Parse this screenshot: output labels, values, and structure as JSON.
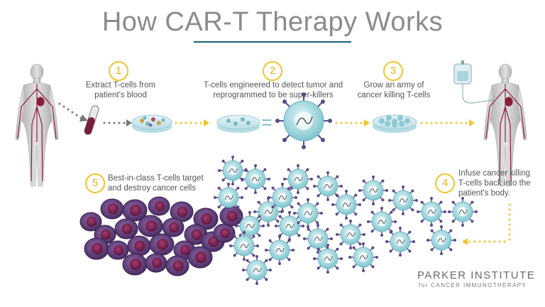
{
  "title": "How CAR-T Therapy Works",
  "steps": [
    {
      "num": "1",
      "line1": "Extract T-cells from",
      "line2": "patient's blood"
    },
    {
      "num": "2",
      "line1": "T-cells engineered to detect tumor and",
      "line2": "reprogrammed to be super-killers"
    },
    {
      "num": "3",
      "line1": "Grow an army of",
      "line2": "cancer killing T-cells"
    },
    {
      "num": "4",
      "line1": "Infuse cancer killing",
      "line2": "T-cells back into the",
      "line3": "patient's body."
    },
    {
      "num": "5",
      "line1": "Best-in-class T-cells target",
      "line2": "and destroy cancer cells"
    }
  ],
  "equals_sign": "=",
  "brand": {
    "name": "PARKER INSTITUTE",
    "sub": "for CANCER IMMUNOTHERAPY"
  },
  "colors": {
    "gold": "#f0c52b",
    "teal_cell": "#9fd8df",
    "cancer_purple": "#5b3a74",
    "body_gray": "#c9c9c9",
    "vessel_red": "#8c1e3a",
    "title_gray": "#8b8b8b",
    "rule_teal": "#1f5e6e"
  }
}
